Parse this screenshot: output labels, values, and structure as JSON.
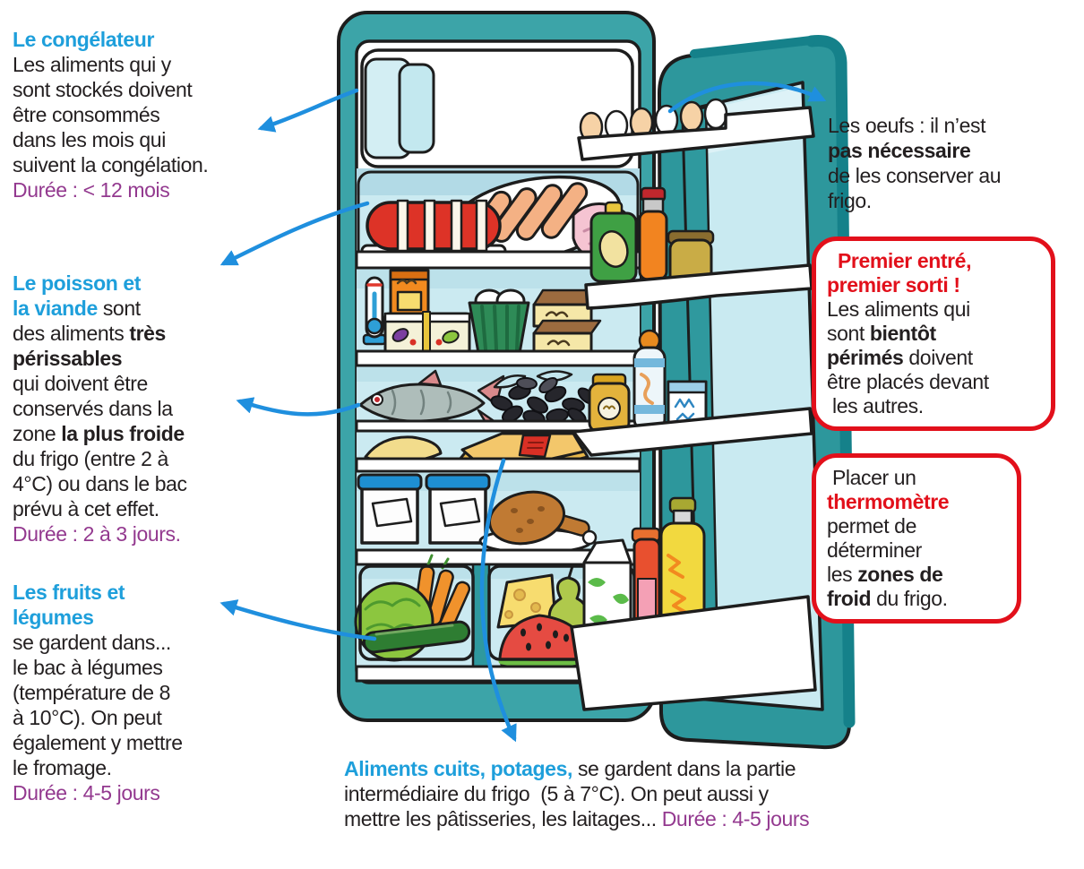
{
  "colors": {
    "heading_blue": "#1E9FDB",
    "body_ink": "#231F20",
    "duration_purple": "#93398F",
    "alert_red": "#E2101B",
    "arrow_blue": "#1F8FDE",
    "fridge_teal": "#3CA4A8",
    "fridge_door_teal": "#2D979C",
    "fridge_interior_blue": "#C9EAF1"
  },
  "icons": {
    "arrows": [
      "arrow-freezer",
      "arrow-meat",
      "arrow-fish",
      "arrow-vegetables",
      "arrow-eggs",
      "arrow-cooked-foods"
    ]
  },
  "annotations": {
    "freezer": {
      "lines": [
        [
          {
            "t": "Le congélateur",
            "c": "blue"
          }
        ],
        [
          {
            "t": "Les aliments qui y",
            "c": "ink"
          }
        ],
        [
          {
            "t": "sont stockés doivent",
            "c": "ink"
          }
        ],
        [
          {
            "t": "être consommés",
            "c": "ink"
          }
        ],
        [
          {
            "t": "dans les mois qui",
            "c": "ink"
          }
        ],
        [
          {
            "t": "suivent la congélation.",
            "c": "ink"
          }
        ],
        [
          {
            "t": "Durée : < 12 mois",
            "c": "purple"
          }
        ]
      ]
    },
    "fish_meat": {
      "lines": [
        [
          {
            "t": "Le poisson et",
            "c": "blue"
          }
        ],
        [
          {
            "t": "la viande",
            "c": "blue"
          },
          {
            "t": " sont",
            "c": "ink"
          }
        ],
        [
          {
            "t": "des aliments ",
            "c": "ink"
          },
          {
            "t": "très",
            "c": "bold"
          }
        ],
        [
          {
            "t": "périssables",
            "c": "bold"
          }
        ],
        [
          {
            "t": "qui doivent être",
            "c": "ink"
          }
        ],
        [
          {
            "t": "conservés dans la",
            "c": "ink"
          }
        ],
        [
          {
            "t": "zone ",
            "c": "ink"
          },
          {
            "t": "la plus froide",
            "c": "bold"
          }
        ],
        [
          {
            "t": "du frigo (entre 2 à",
            "c": "ink"
          }
        ],
        [
          {
            "t": "4°C) ou dans le bac",
            "c": "ink"
          }
        ],
        [
          {
            "t": "prévu à cet effet.",
            "c": "ink"
          }
        ],
        [
          {
            "t": "Durée : 2 à 3 jours.",
            "c": "purple"
          }
        ]
      ]
    },
    "fruits_vegetables": {
      "lines": [
        [
          {
            "t": "Les fruits et",
            "c": "blue"
          }
        ],
        [
          {
            "t": "légumes",
            "c": "blue"
          }
        ],
        [
          {
            "t": "se gardent dans...",
            "c": "ink"
          }
        ],
        [
          {
            "t": "le bac à légumes",
            "c": "ink"
          }
        ],
        [
          {
            "t": "(température de 8",
            "c": "ink"
          }
        ],
        [
          {
            "t": "à 10°C). On peut",
            "c": "ink"
          }
        ],
        [
          {
            "t": "également y mettre",
            "c": "ink"
          }
        ],
        [
          {
            "t": "le fromage.",
            "c": "ink"
          }
        ],
        [
          {
            "t": "Durée : 4-5 jours",
            "c": "purple"
          }
        ]
      ]
    },
    "eggs": {
      "lines": [
        [
          {
            "t": "Les oeufs : il n’est",
            "c": "ink"
          }
        ],
        [
          {
            "t": "pas nécessaire",
            "c": "bold"
          }
        ],
        [
          {
            "t": "de les conserver au",
            "c": "ink"
          }
        ],
        [
          {
            "t": "frigo.",
            "c": "ink"
          }
        ]
      ]
    },
    "first_in_first_out": {
      "lines": [
        [
          {
            "t": "  Premier entré,",
            "c": "red"
          }
        ],
        [
          {
            "t": "premier sorti !",
            "c": "red"
          }
        ],
        [
          {
            "t": "Les aliments qui",
            "c": "ink"
          }
        ],
        [
          {
            "t": "sont ",
            "c": "ink"
          },
          {
            "t": "bientôt",
            "c": "bold"
          }
        ],
        [
          {
            "t": "périmés",
            "c": "bold"
          },
          {
            "t": " doivent",
            "c": "ink"
          }
        ],
        [
          {
            "t": "être placés devant",
            "c": "ink"
          }
        ],
        [
          {
            "t": " les autres.",
            "c": "ink"
          }
        ]
      ]
    },
    "thermometer": {
      "lines": [
        [
          {
            "t": " Placer un",
            "c": "ink"
          }
        ],
        [
          {
            "t": "thermomètre",
            "c": "red"
          }
        ],
        [
          {
            "t": "permet de",
            "c": "ink"
          }
        ],
        [
          {
            "t": "déterminer",
            "c": "ink"
          }
        ],
        [
          {
            "t": "les ",
            "c": "ink"
          },
          {
            "t": "zones de",
            "c": "bold"
          }
        ],
        [
          {
            "t": "froid",
            "c": "bold"
          },
          {
            "t": " du frigo.",
            "c": "ink"
          }
        ]
      ]
    },
    "cooked_foods": {
      "lines": [
        [
          {
            "t": "Aliments cuits, potages,",
            "c": "blue"
          },
          {
            "t": " se gardent dans la partie",
            "c": "ink"
          }
        ],
        [
          {
            "t": "intermédiaire du frigo  (5 à 7°C). On peut aussi y",
            "c": "ink"
          }
        ],
        [
          {
            "t": "mettre les pâtisseries, les laitages... ",
            "c": "ink"
          },
          {
            "t": "Durée : 4-5 jours",
            "c": "purple"
          }
        ]
      ]
    }
  }
}
